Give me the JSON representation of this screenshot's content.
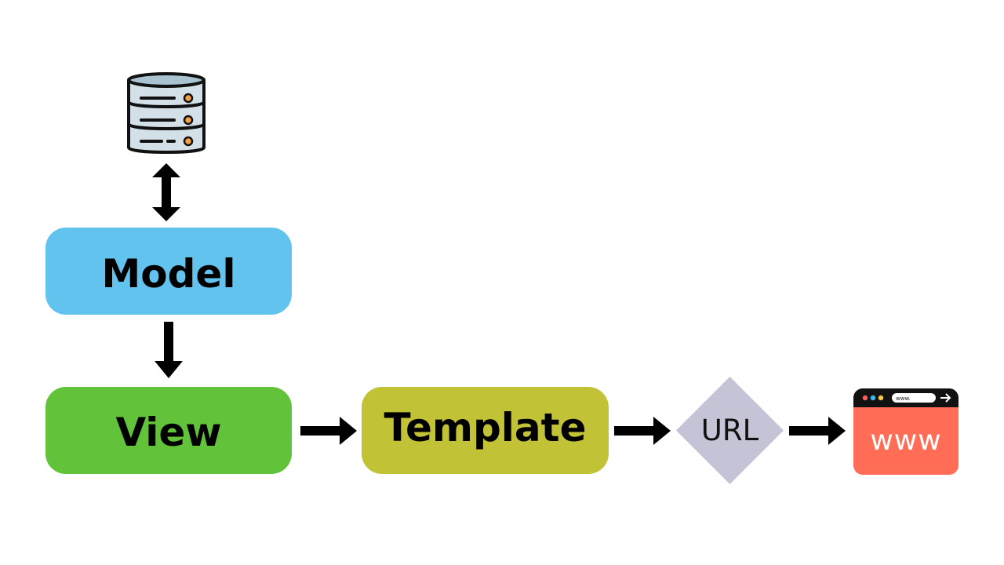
{
  "colors": {
    "model": "#63c3ef",
    "view": "#62c33a",
    "template": "#c2c236",
    "url": "#c4c4d6",
    "browser_body": "#ff6d57",
    "browser_bar": "#111111",
    "arrow": "#000000"
  },
  "icons": {
    "database": "database-icon",
    "browser": "browser-window-icon"
  },
  "nodes": {
    "model": {
      "label": "Model"
    },
    "view": {
      "label": "View"
    },
    "template": {
      "label": "Template"
    },
    "url": {
      "label": "URL"
    },
    "browser": {
      "address": "www.",
      "label": "www"
    }
  }
}
